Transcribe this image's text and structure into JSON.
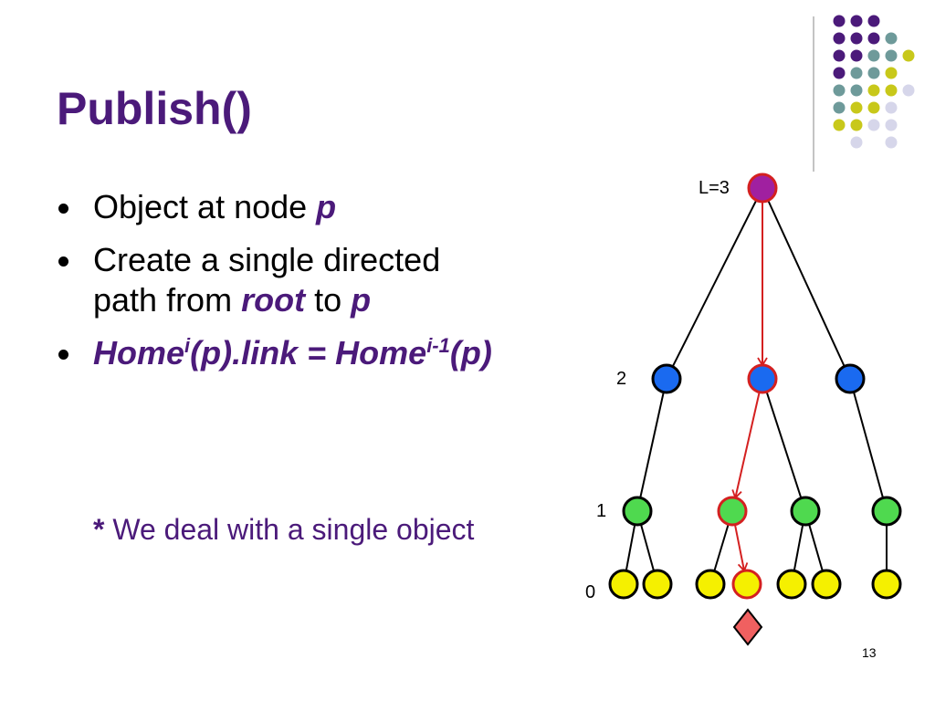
{
  "slide": {
    "title": "Publish()",
    "bullets": [
      {
        "prefix": "Object at node ",
        "emph": "p"
      },
      {
        "line1": "Create a single directed",
        "line2_pre": "path from ",
        "root": "root",
        "to": " to ",
        "p": "p"
      },
      {
        "a": "Home",
        "sup1": "i",
        "b": "(p).link = Home",
        "sup2": "i-1",
        "c": "(p)"
      }
    ],
    "note_star": "*",
    "note_text": " We deal with a single object",
    "page_number": "13"
  },
  "diagram": {
    "level_labels": [
      "L=3",
      "2",
      "1",
      "0"
    ],
    "colors": {
      "root": "#a020a0",
      "level2": "#1a6af0",
      "level1": "#4fd94f",
      "level0": "#f5f000",
      "path": "#d42020",
      "object": "#f06060",
      "deco_purple": "#4b1a7a",
      "deco_teal": "#6e9a9a",
      "deco_yellow": "#c8c81a",
      "deco_lavender": "#d6d6ea"
    }
  }
}
